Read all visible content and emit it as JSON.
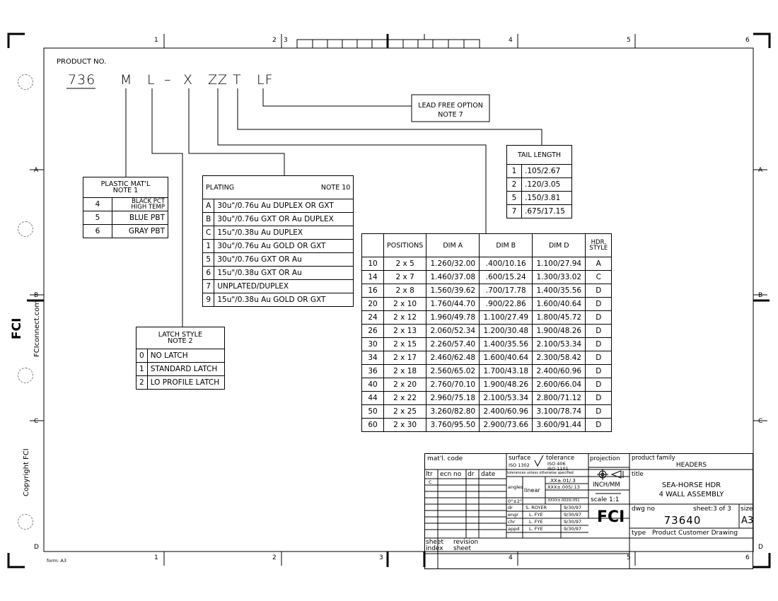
{
  "product_label": "PRODUCT NO.",
  "product_code": {
    "p1": "736",
    "p2": "M",
    "p3": "L",
    "p4": "–",
    "p5": "X",
    "p6": "ZZ",
    "p7": "T",
    "p8": "LF"
  },
  "lead_free": {
    "line1": "LEAD FREE OPTION",
    "line2": "NOTE 7"
  },
  "tail_length": {
    "title": "TAIL LENGTH",
    "rows": [
      [
        "1",
        ".105/2.67"
      ],
      [
        "2",
        ".120/3.05"
      ],
      [
        "5",
        ".150/3.81"
      ],
      [
        "7",
        ".675/17.15"
      ]
    ]
  },
  "plastic": {
    "title1": "PLASTIC MAT'L",
    "title2": "NOTE 1",
    "rows": [
      [
        "4",
        "BLACK PCT HIGH TEMP"
      ],
      [
        "5",
        "BLUE PBT"
      ],
      [
        "6",
        "GRAY PBT"
      ]
    ]
  },
  "plating": {
    "title": "PLATING",
    "note": "NOTE 10",
    "rows": [
      [
        "A",
        "30u\"/0.76u Au DUPLEX OR GXT"
      ],
      [
        "B",
        "30u\"/0.76u GXT OR Au DUPLEX"
      ],
      [
        "C",
        "15u\"/0.38u Au DUPLEX"
      ],
      [
        "1",
        "30u\"/0.76u Au GOLD OR GXT"
      ],
      [
        "5",
        "30u\"/0.76u GXT OR Au"
      ],
      [
        "6",
        "15u\"/0.38u GXT OR Au"
      ],
      [
        "7",
        "UNPLATED/DUPLEX"
      ],
      [
        "9",
        "15u\"/0.38u Au GOLD OR GXT"
      ]
    ]
  },
  "latch": {
    "title1": "LATCH STYLE",
    "title2": "NOTE 2",
    "rows": [
      [
        "0",
        "NO LATCH"
      ],
      [
        "1",
        "STANDARD LATCH"
      ],
      [
        "2",
        "LO PROFILE LATCH"
      ]
    ]
  },
  "dims": {
    "headers": [
      "",
      "POSITIONS",
      "DIM A",
      "DIM B",
      "DIM D",
      "HDR. STYLE"
    ],
    "rows": [
      [
        "10",
        "2 x 5",
        "1.260/32.00",
        ".400/10.16",
        "1.100/27.94",
        "A"
      ],
      [
        "14",
        "2 x 7",
        "1.460/37.08",
        ".600/15.24",
        "1.300/33.02",
        "C"
      ],
      [
        "16",
        "2 x 8",
        "1.560/39.62",
        ".700/17.78",
        "1.400/35.56",
        "D"
      ],
      [
        "20",
        "2 x 10",
        "1.760/44.70",
        ".900/22.86",
        "1.600/40.64",
        "D"
      ],
      [
        "24",
        "2 x 12",
        "1.960/49.78",
        "1.100/27.49",
        "1.800/45.72",
        "D"
      ],
      [
        "26",
        "2 x 13",
        "2.060/52.34",
        "1.200/30.48",
        "1.900/48.26",
        "D"
      ],
      [
        "30",
        "2 x 15",
        "2.260/57.40",
        "1.400/35.56",
        "2.100/53.34",
        "D"
      ],
      [
        "34",
        "2 x 17",
        "2.460/62.48",
        "1.600/40.64",
        "2.300/58.42",
        "D"
      ],
      [
        "36",
        "2 x 18",
        "2.560/65.02",
        "1.700/43.18",
        "2.400/60.96",
        "D"
      ],
      [
        "40",
        "2 x 20",
        "2.760/70.10",
        "1.900/48.26",
        "2.600/66.04",
        "D"
      ],
      [
        "44",
        "2 x 22",
        "2.960/75.18",
        "2.100/53.34",
        "2.800/71.12",
        "D"
      ],
      [
        "50",
        "2 x 25",
        "3.260/82.80",
        "2.400/60.96",
        "3.100/78.74",
        "D"
      ],
      [
        "60",
        "2 x 30",
        "3.760/95.50",
        "2.900/73.66",
        "3.600/91.44",
        "D"
      ]
    ]
  },
  "zones": {
    "c1": "1",
    "c2": "2",
    "c3": "3",
    "c4": "4",
    "c5": "5",
    "c6": "6",
    "rA": "A",
    "rB": "B",
    "rC": "C",
    "rD": "D"
  },
  "side": {
    "website": "FCIconnect.com",
    "copyright": "Copyright FCI",
    "form": "form: A3"
  },
  "title_block": {
    "matl": "mat'l. code",
    "surface": "surface",
    "surf_iso": "ISO 1302",
    "tol": "tolerance",
    "tol_iso1": "ISO 406",
    "tol_iso2": "ISO 1101",
    "projection": "projection",
    "family_label": "product family",
    "family": "HEADERS",
    "title_label": "title",
    "title1": "SEA-HORSE HDR",
    "title2": "4 WALL ASSEMBLY",
    "ltr": "ltr",
    "ecn": "ecn no",
    "dr": "dr",
    "date": "date",
    "rev": "C",
    "tol_note": "tolerances unless otherwise specified",
    "angles": "angles",
    "angle_val": "0°±2°",
    "linear": "linear",
    "tol1": ".XX±.01/.3",
    "tol2": ".XXX±.005/.13",
    "tol3": ".XXXX±.0020/.051",
    "units": "INCH/MM",
    "scale": "scale 1:1",
    "dwg_label": "dwg no",
    "sheet": "sheet:3 of 3",
    "size_label": "size",
    "dwg_no": "73640",
    "size": "A3",
    "type_label": "type",
    "type": "Product Customer Drawing",
    "sig_dr": "dr",
    "sig_engr": "engr",
    "sig_chr": "chr",
    "sig_appd": "appd",
    "n_dr": "S. ROYER",
    "n_engr": "L. FYE",
    "n_chr": "L. FYE",
    "n_appd": "L. FYE",
    "d_dr": "9/30/97",
    "d_engr": "9/30/97",
    "d_chr": "9/30/97",
    "d_appd": "9/30/97",
    "sheet_index": "sheet",
    "sheet_index2": "index",
    "revision": "revision",
    "revision_sheet": "sheet",
    "logo": "FCI"
  },
  "logo_side": "FCI"
}
